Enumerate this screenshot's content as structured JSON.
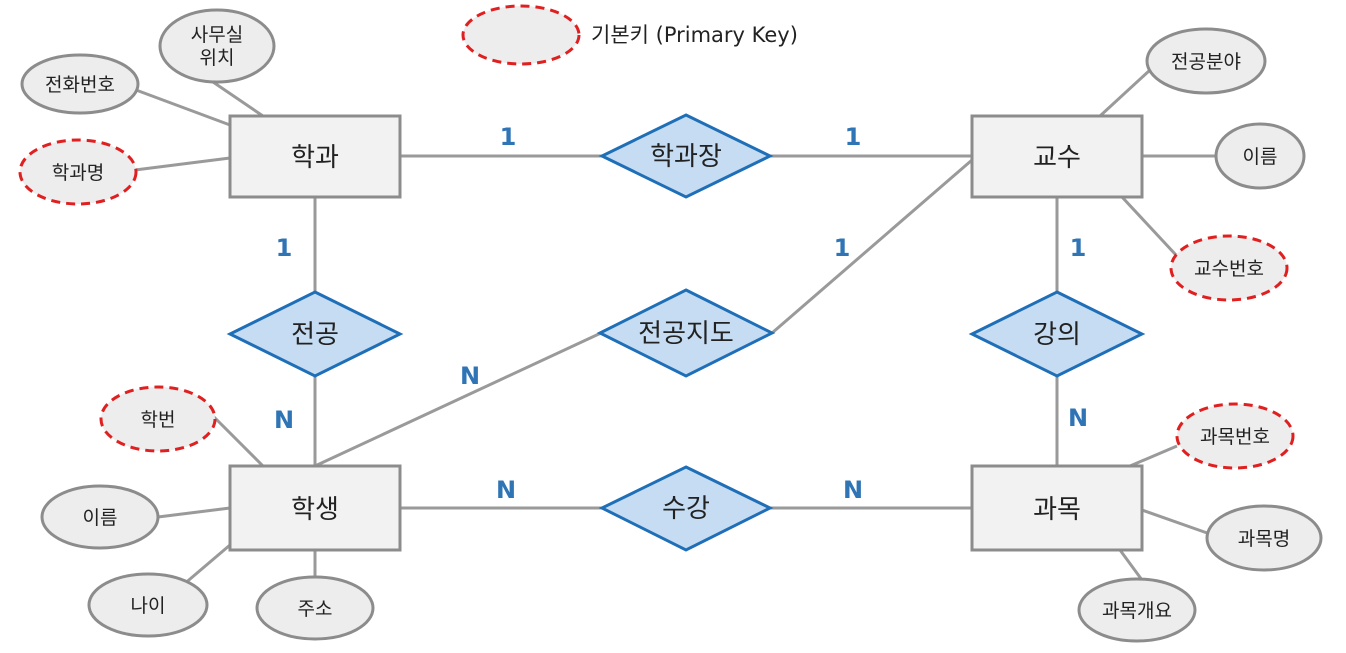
{
  "legend": {
    "label": "기본키 (Primary Key)"
  },
  "entities": {
    "department": "학과",
    "professor": "교수",
    "student": "학생",
    "course": "과목"
  },
  "relationships": {
    "head": "학과장",
    "major": "전공",
    "advising": "전공지도",
    "lecture": "강의",
    "enrollment": "수강"
  },
  "attributes": {
    "dept_phone": "전화번호",
    "dept_office": [
      "사무실",
      "위치"
    ],
    "dept_name": "학과명",
    "prof_field": "전공분야",
    "prof_name": "이름",
    "prof_id": "교수번호",
    "student_id": "학번",
    "student_name": "이름",
    "student_age": "나이",
    "student_address": "주소",
    "course_id": "과목번호",
    "course_name": "과목명",
    "course_summary": "과목개요"
  },
  "cardinalities": {
    "dept_head": "1",
    "head_prof": "1",
    "dept_major": "1",
    "major_student": "N",
    "student_advising": "N",
    "advising_prof": "1",
    "prof_lecture": "1",
    "lecture_course": "N",
    "student_enroll": "N",
    "enroll_course": "N"
  },
  "colors": {
    "entity_fill": "#f2f2f2",
    "relationship_fill": "#c5dcf2",
    "relationship_stroke": "#1f6fb8",
    "primary_key_stroke": "#e02020",
    "cardinality": "#2f74b5"
  }
}
